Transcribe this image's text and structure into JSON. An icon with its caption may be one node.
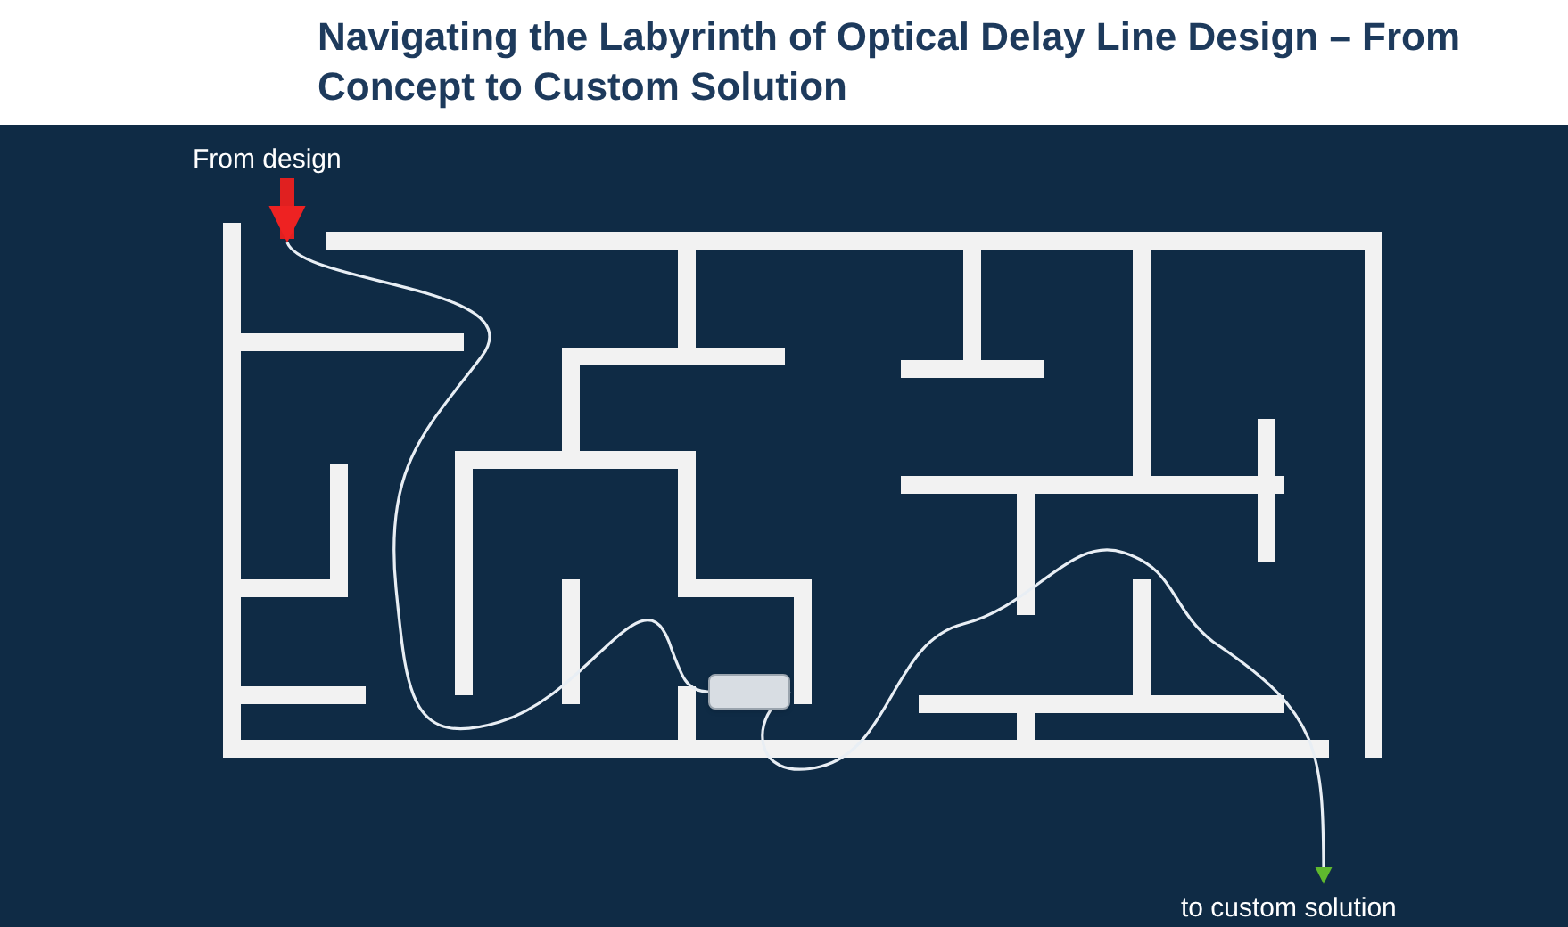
{
  "diagram": {
    "title": "Navigating the Labyrinth of Optical Delay Line Design – From Concept to Custom Solution",
    "nodes": [
      {
        "text": [
          "From design"
        ]
      },
      {
        "text": [],
        "shape": "box"
      },
      {
        "text": [
          "to custom solution"
        ]
      }
    ],
    "edges": [
      {
        "from": 0,
        "to": null,
        "arrow": "to",
        "style": "thick",
        "color": "#e02020"
      },
      {
        "from": null,
        "to": 1,
        "arrow": "none"
      },
      {
        "from": 1,
        "to": 2,
        "arrow": "to"
      }
    ]
  }
}
